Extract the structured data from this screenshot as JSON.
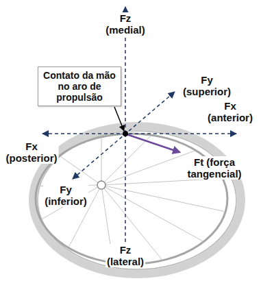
{
  "diagram": {
    "nodes": [
      {
        "text": [
          "Contato da mão no aro de propulsão"
        ]
      }
    ],
    "labels": [
      "Fz (medial)",
      "Fy (superior)",
      "Fx (anterior)",
      "Fx (posterior)",
      "Ft (força tangencial)",
      "Fy (inferior)",
      "Fz (lateral)"
    ]
  }
}
